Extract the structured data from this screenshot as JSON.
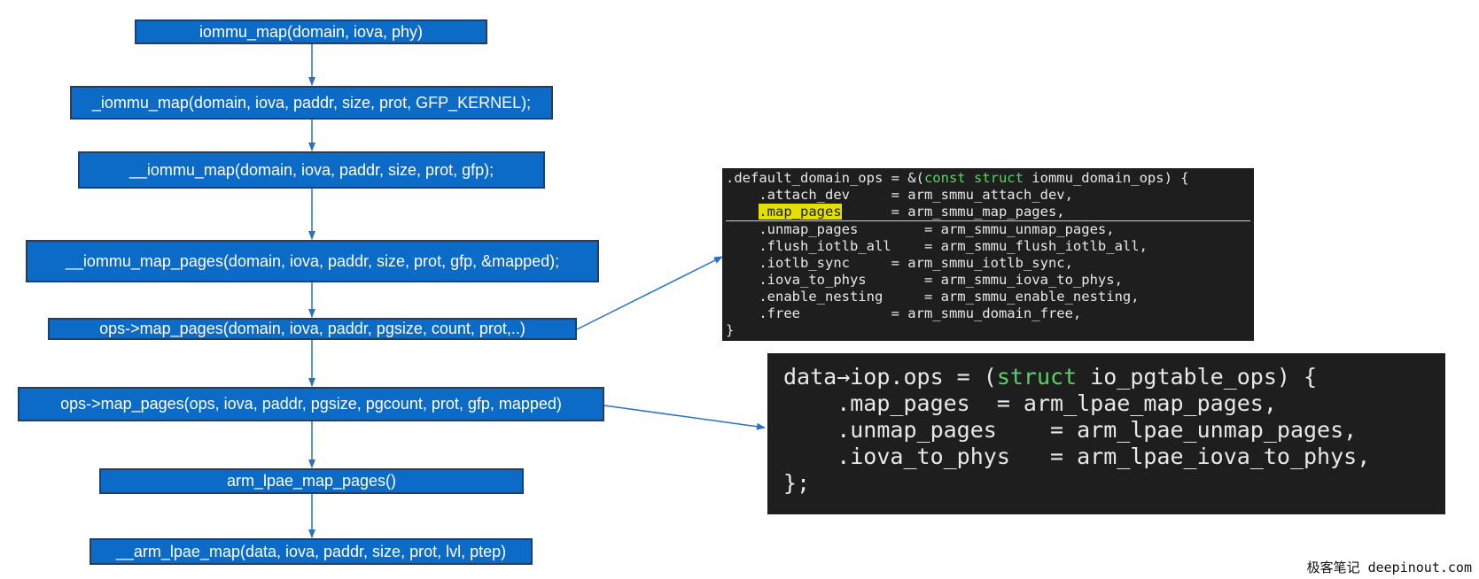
{
  "flow": {
    "nodes": [
      "iommu_map(domain, iova, phy)",
      "_iommu_map(domain, iova, paddr, size, prot, GFP_KERNEL);",
      "__iommu_map(domain, iova, paddr, size, prot, gfp);",
      "__iommu_map_pages(domain, iova, paddr, size, prot, gfp, &mapped);",
      "ops->map_pages(domain, iova, paddr, pgsize, count, prot,..)",
      "ops->map_pages(ops, iova, paddr, pgsize, pgcount, prot, gfp, mapped)",
      "arm_lpae_map_pages()",
      "__arm_lpae_map(data, iova, paddr, size, prot, lvl, ptep)"
    ]
  },
  "code_smmu": {
    "l1_a": ".default_domain_ops = &(",
    "l1_kw": "const struct",
    "l1_b": " iommu_domain_ops) {",
    "l2": "    .attach_dev     = arm_smmu_attach_dev,",
    "l3_a": "    ",
    "l3_hl": ".map_pages",
    "l3_b": "      = arm_smmu_map_pages,",
    "l4": "    .unmap_pages        = arm_smmu_unmap_pages,",
    "l5": "    .flush_iotlb_all    = arm_smmu_flush_iotlb_all,",
    "l6": "    .iotlb_sync     = arm_smmu_iotlb_sync,",
    "l7": "    .iova_to_phys       = arm_smmu_iova_to_phys,",
    "l8": "    .enable_nesting     = arm_smmu_enable_nesting,",
    "l9": "    .free           = arm_smmu_domain_free,",
    "l10": "}"
  },
  "code_lpae": {
    "l1_a": "data→iop.ops = (",
    "l1_kw": "struct",
    "l1_b": " io_pgtable_ops) {",
    "l2": "    .map_pages  = arm_lpae_map_pages,",
    "l3": "    .unmap_pages    = arm_lpae_unmap_pages,",
    "l4": "    .iova_to_phys   = arm_lpae_iova_to_phys,",
    "l5": "};"
  },
  "watermark": "极客笔记 deepinout.com",
  "colors": {
    "box_fill": "#0b6bc7",
    "box_border": "#1f3f66",
    "arrow": "#2a72c0",
    "code_bg": "#1e1e1e",
    "keyword": "#56d364",
    "highlight": "#e3e000"
  }
}
